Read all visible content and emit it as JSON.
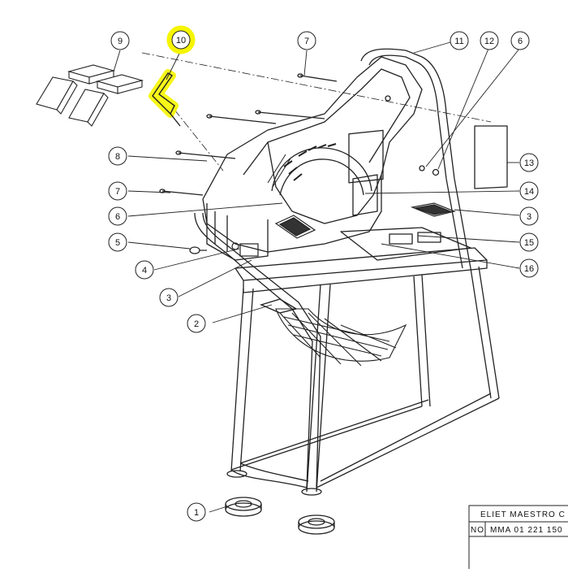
{
  "diagram": {
    "highlight_color": "#f5f500",
    "line_color": "#222222",
    "callouts": [
      {
        "id": "c9",
        "label": "9"
      },
      {
        "id": "c10",
        "label": "10",
        "highlighted": true
      },
      {
        "id": "c7a",
        "label": "7"
      },
      {
        "id": "c11",
        "label": "11"
      },
      {
        "id": "c12",
        "label": "12"
      },
      {
        "id": "c6a",
        "label": "6"
      },
      {
        "id": "c8",
        "label": "8"
      },
      {
        "id": "c13",
        "label": "13"
      },
      {
        "id": "c7b",
        "label": "7"
      },
      {
        "id": "c14",
        "label": "14"
      },
      {
        "id": "c6b",
        "label": "6"
      },
      {
        "id": "c3a",
        "label": "3"
      },
      {
        "id": "c5",
        "label": "5"
      },
      {
        "id": "c15",
        "label": "15"
      },
      {
        "id": "c4",
        "label": "4"
      },
      {
        "id": "c16",
        "label": "16"
      },
      {
        "id": "c3b",
        "label": "3"
      },
      {
        "id": "c2",
        "label": "2"
      },
      {
        "id": "c1",
        "label": "1"
      }
    ]
  },
  "title_block": {
    "title": "ELIET MAESTRO C",
    "no_label": "NO",
    "number": "MMA 01 221 150"
  }
}
